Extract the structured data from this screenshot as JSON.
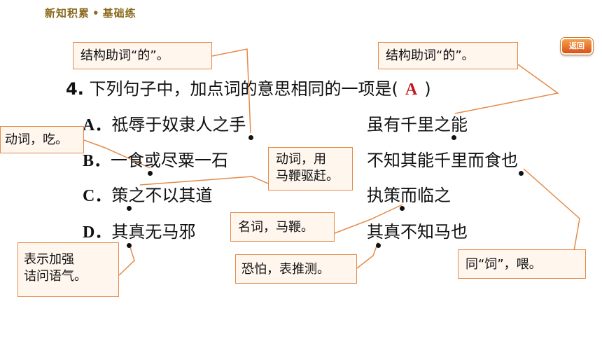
{
  "header": {
    "section": "新知积累",
    "separator": "•",
    "subsection": "基础练"
  },
  "back_button": {
    "label": "返回"
  },
  "question": {
    "number": "4.",
    "text": "下列句子中，加点词的意思相同的一项是(",
    "answer": "A",
    "close": ")"
  },
  "options": [
    {
      "letter": "A．",
      "left": "祗辱于奴隶人之手",
      "right": "虽有千里之能"
    },
    {
      "letter": "B．",
      "left": "一食或尽粟一石",
      "right": "不知其能千里而食也"
    },
    {
      "letter": "C．",
      "left": "策之不以其道",
      "right": "执策而临之"
    },
    {
      "letter": "D．",
      "left": "其真无马邪",
      "right": "其真不知马也"
    }
  ],
  "callouts": {
    "zhi_left": "结构助词“的”。",
    "zhi_right": "结构助词“的”。",
    "shi_left": "动词，吃。",
    "ce_left_line1": "动词，用",
    "ce_left_line2": "马鞭驱赶。",
    "ce_right": "名词，马鞭。",
    "qi_left_line1": "表示加强",
    "qi_left_line2": "诘问语气。",
    "qi_right": "恐怕，表推测。",
    "shi_right": "同“饲”，喂。"
  },
  "colors": {
    "callout_border": "#e58a4a",
    "callout_bg": "#fff6ee",
    "answer": "#c0181e",
    "header": "#8a6a1e"
  }
}
